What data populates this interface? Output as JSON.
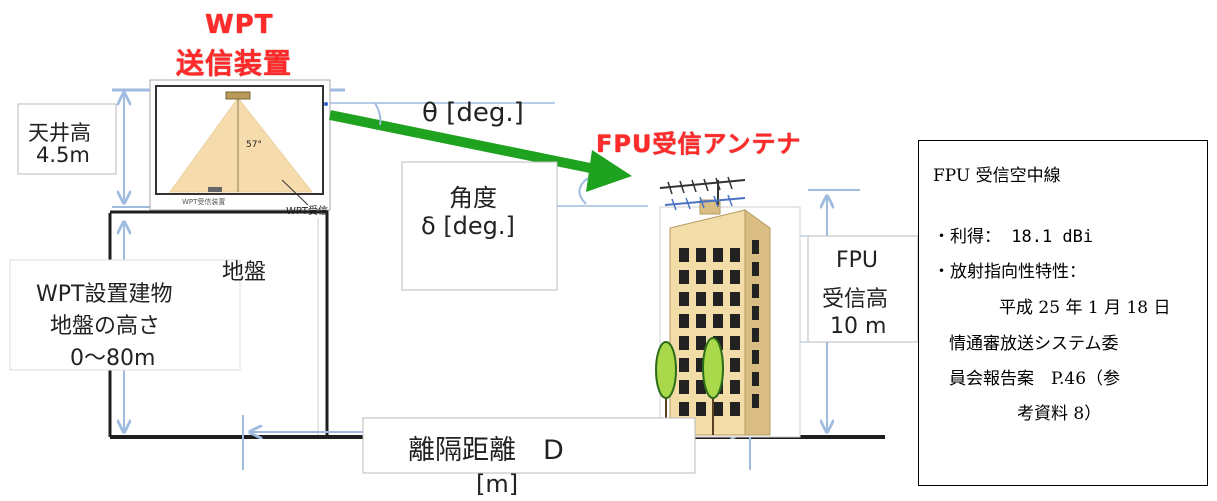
{
  "wpt_title": {
    "line1": "WPT",
    "line2": "送信装置"
  },
  "fpu_title": "FPU受信アンテナ",
  "theta_label": "θ [deg.]",
  "angle_label": {
    "line1": "角度",
    "line2": "δ [deg.]"
  },
  "ceiling_label": {
    "line1": "天井高",
    "line2": "4.5m"
  },
  "ground_label": "地盤",
  "building_height_label": {
    "line1": "WPT設置建物",
    "line2": "地盤の高さ",
    "line3": "0～80m"
  },
  "fpu_height_label": {
    "line1": "FPU",
    "line2": "受信高",
    "line3": "10 m"
  },
  "distance_label": {
    "line1": "離隔距離　D",
    "line2": "[m]"
  },
  "inset": {
    "angle": "57°",
    "bottom_left": "WPT受信装置",
    "bottom_right": "WPT受信"
  },
  "spec_note": {
    "title": "FPU 受信空中線",
    "gain": "・利得：  18.1  dBi",
    "directivity": "・放射指向性特性：",
    "line4": "平成 25 年 1 月 18 日",
    "line5": "情通審放送システム委",
    "line6": "員会報告案　P.46（参",
    "line7": "考資料 8）"
  },
  "colors": {
    "title_red": "#ff2a2a",
    "beam_green": "#1fa21f",
    "dimension_blue": "#9fbbe0",
    "building_tan": "#f0d9a0",
    "window_black": "#222222"
  }
}
